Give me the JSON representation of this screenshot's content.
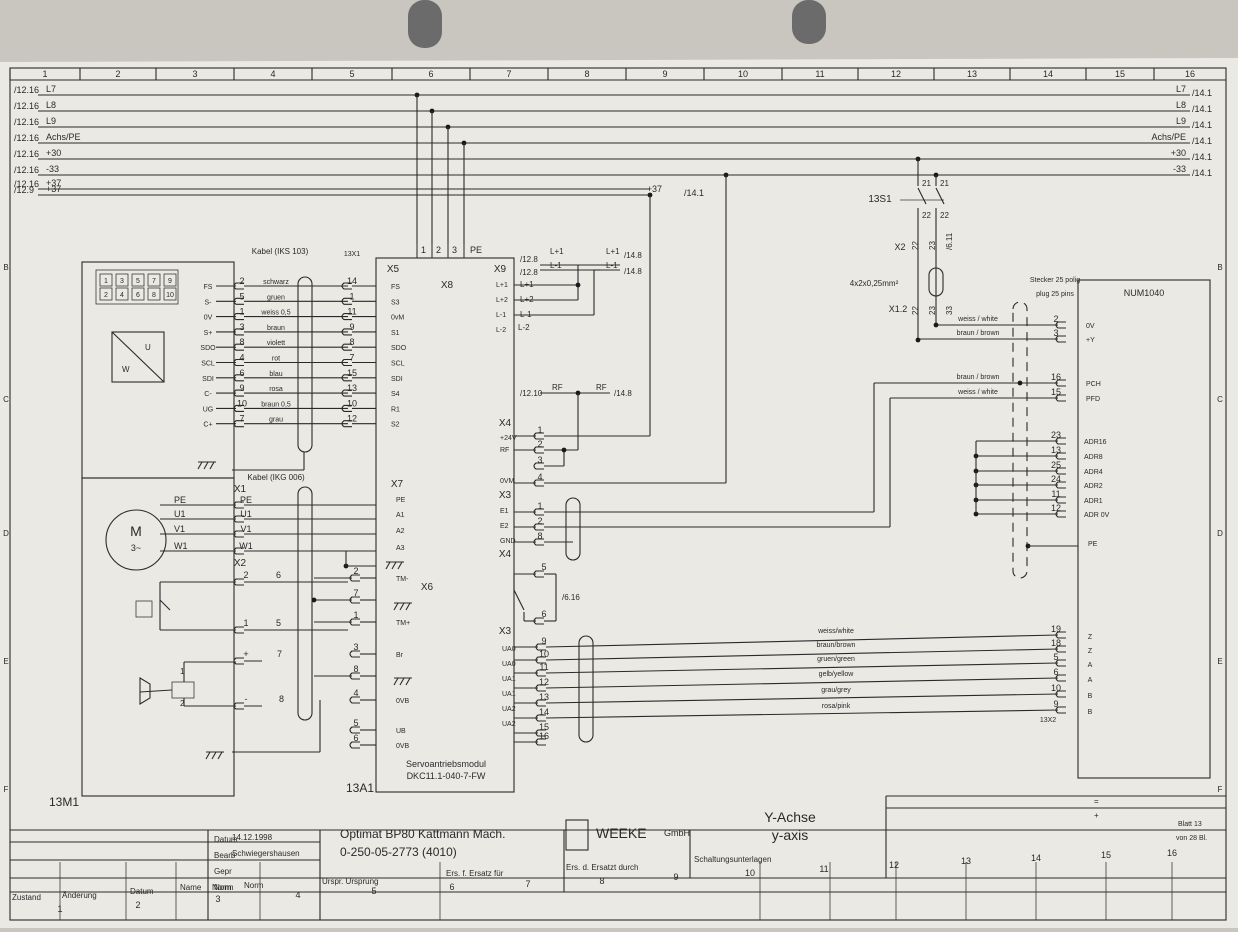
{
  "grid_columns": [
    "1",
    "2",
    "3",
    "4",
    "5",
    "6",
    "7",
    "8",
    "9",
    "10",
    "11",
    "12",
    "13",
    "14",
    "15",
    "16"
  ],
  "grid_rows": [
    "B",
    "C",
    "D",
    "E",
    "F"
  ],
  "rails": [
    {
      "ref_left": "/12.16",
      "label_left": "L7",
      "label_right": "L7",
      "ref_right": "/14.1"
    },
    {
      "ref_left": "/12.16",
      "label_left": "L8",
      "label_right": "L8",
      "ref_right": "/14.1"
    },
    {
      "ref_left": "/12.16",
      "label_left": "L9",
      "label_right": "L9",
      "ref_right": "/14.1"
    },
    {
      "ref_left": "/12.16",
      "label_left": "Achs/PE",
      "label_right": "Achs/PE",
      "ref_right": "/14.1"
    },
    {
      "ref_left": "/12.16",
      "label_left": "+30",
      "label_right": "+30",
      "ref_right": "/14.1"
    },
    {
      "ref_left": "/12.16",
      "label_left": "-33",
      "label_right": "-33",
      "ref_right": "/14.1"
    },
    {
      "ref_left": "/12.16",
      "label_left": "+37",
      "label_right": "",
      "ref_right": ""
    },
    {
      "ref_left": "/12.9",
      "label_left": "+37",
      "label_right": "+37",
      "ref_right": "/14.1"
    }
  ],
  "encoder": {
    "cable_label": "Kabel (IKS 103)",
    "connector_top": [
      "1",
      "3",
      "5",
      "7",
      "9"
    ],
    "connector_bottom": [
      "2",
      "4",
      "6",
      "8",
      "10"
    ],
    "box_u": "U",
    "box_w": "W",
    "signals": [
      "FS",
      "S-",
      "0V",
      "S+",
      "SDO",
      "SCL",
      "SDI",
      "C-",
      "UG",
      "C+"
    ],
    "pins": [
      "2",
      "5",
      "1",
      "3",
      "8",
      "4",
      "6",
      "9",
      "10",
      "7"
    ],
    "colors": [
      "schwarz",
      "gruen",
      "weiss 0,5",
      "braun",
      "violett",
      "rot",
      "blau",
      "rosa",
      "braun 0,5",
      "grau"
    ],
    "x5_pins": [
      "14",
      "1",
      "11",
      "9",
      "8",
      "7",
      "15",
      "13",
      "10",
      "12"
    ]
  },
  "drive": {
    "ref": "13X1",
    "x5": "X5",
    "x5_signals": [
      "FS",
      "S3",
      "0vM",
      "S1",
      "SDO",
      "SCL",
      "SDI",
      "S4",
      "R1",
      "S2"
    ],
    "x8": "X8",
    "x8_pins": [
      "1",
      "2",
      "3",
      "PE"
    ],
    "x9": "X9",
    "x9_signals": [
      "L+1",
      "L+2",
      "L-1",
      "L-2"
    ],
    "x7": "X7",
    "x7_signals": [
      "PE",
      "A1",
      "A2",
      "A3"
    ],
    "x6": "X6",
    "x6_signals": [
      "TM-",
      "TM+",
      "Br",
      "0VB",
      "UB",
      "0VB"
    ],
    "x4": "X4",
    "x4_signals": [
      "+24V",
      "RF",
      "0VM"
    ],
    "x3": "X3",
    "x3_signals": [
      "E1",
      "E2",
      "GND"
    ],
    "x4b": "X4",
    "x3b": "X3",
    "enc_signals": [
      "UA0",
      "UA0",
      "UA1",
      "UA1",
      "UA2",
      "UA2"
    ],
    "name": "Servoantriebsmodul",
    "type": "DKC11.1-040-7-FW",
    "tag": "13A1"
  },
  "motor": {
    "tag": "13M1",
    "cable_label": "Kabel (IKG 006)",
    "x1": "X1",
    "x2": "X2",
    "m": "M",
    "m_sub": "3~",
    "phases": [
      "PE",
      "U1",
      "V1",
      "W1"
    ],
    "x1_pins": [
      "PE",
      "U1",
      "V1",
      "W1"
    ],
    "x2_pins": [
      "2",
      "1",
      "+",
      "-"
    ],
    "wires": [
      "6",
      "5",
      "7",
      "8"
    ],
    "x6_pins": [
      "2",
      "7",
      "1",
      "3",
      "8",
      "4",
      "5",
      "6"
    ],
    "brake_pins": [
      "1",
      "2"
    ]
  },
  "x9_refs": [
    {
      "ref_left": "/12.8",
      "label_left": "L+1",
      "label_right": "L+1",
      "ref_right": "/14.8"
    },
    {
      "ref_left": "/12.8",
      "label_left": "L-1",
      "label_right": "L-1",
      "ref_right": "/14.8"
    },
    {
      "ref_left": "/12.10",
      "label_left": "RF",
      "label_right": "RF",
      "ref_right": "/14.8"
    }
  ],
  "x4_pins": [
    "1",
    "2",
    "3",
    "4"
  ],
  "x3_pins": [
    "1",
    "2",
    "8"
  ],
  "x4b_pins": [
    "5",
    "6"
  ],
  "x4b_ref": "/6.16",
  "x3b_pins": [
    "9",
    "10",
    "11",
    "12",
    "13",
    "14",
    "15",
    "16"
  ],
  "cnc": {
    "name": "NUM1040",
    "plug": "Stecker 25 polig",
    "plug_en": "plug 25 pins",
    "top_pins": [
      "2",
      "3",
      "16",
      "15"
    ],
    "top_signals": [
      "0V",
      "+Y",
      "PCH",
      "PFD"
    ],
    "top_colors": [
      "weiss / white",
      "braun / brown",
      "braun / brown",
      "weiss / white"
    ],
    "adr_pins": [
      "23",
      "13",
      "25",
      "24",
      "11",
      "12"
    ],
    "adr_signals": [
      "ADR16",
      "ADR8",
      "ADR4",
      "ADR2",
      "ADR1",
      "ADR 0V"
    ],
    "pe": "PE",
    "enc_pins": [
      "19",
      "18",
      "5",
      "6",
      "10",
      "9"
    ],
    "enc_signals": [
      "Z",
      "Z",
      "A",
      "A",
      "B",
      "B"
    ],
    "enc_colors": [
      "weiss/white",
      "braun/brown",
      "gruen/green",
      "gelb/yellow",
      "grau/grey",
      "rosa/pink"
    ],
    "tag": "13X2"
  },
  "switch": {
    "tag": "13S1",
    "pins_top": [
      "21",
      "21"
    ],
    "pins_mid": [
      "22",
      "22"
    ],
    "x2": "X2",
    "x2_nums": [
      "22",
      "23",
      "/6.11"
    ],
    "cable": "4x2x0,25mm²",
    "x12": "X1.2",
    "x12_nums": [
      "22",
      "23",
      "33"
    ]
  },
  "title_block": {
    "datum_label": "Datum",
    "datum": "14.12.1998",
    "bearb_label": "Bearb",
    "bearb": "Schwiegershausen",
    "gepr_label": "Gepr",
    "norm_label": "Norm",
    "project": "Optimat BP80  Kattmann Mach.",
    "number": "0-250-05-2773 (4010)",
    "company": "WEEKE",
    "company_suffix": "GmbH",
    "title_de": "Y-Achse",
    "title_en": "y-axis",
    "doc_type": "Schaltungsunterlagen",
    "blatt": "Blatt 13",
    "von": "von  28 Bl.",
    "eq": "=",
    "plus": "+",
    "zustand": "Zustand",
    "aenderung": "Änderung",
    "datum2": "Datum",
    "name": "Name",
    "norm": "Norm",
    "ursprung": "Urspr. Ursprung",
    "ersatz_fuer": "Ers. f. Ersatz für",
    "ersatz_durch": "Ers. d. Ersatzt durch"
  }
}
